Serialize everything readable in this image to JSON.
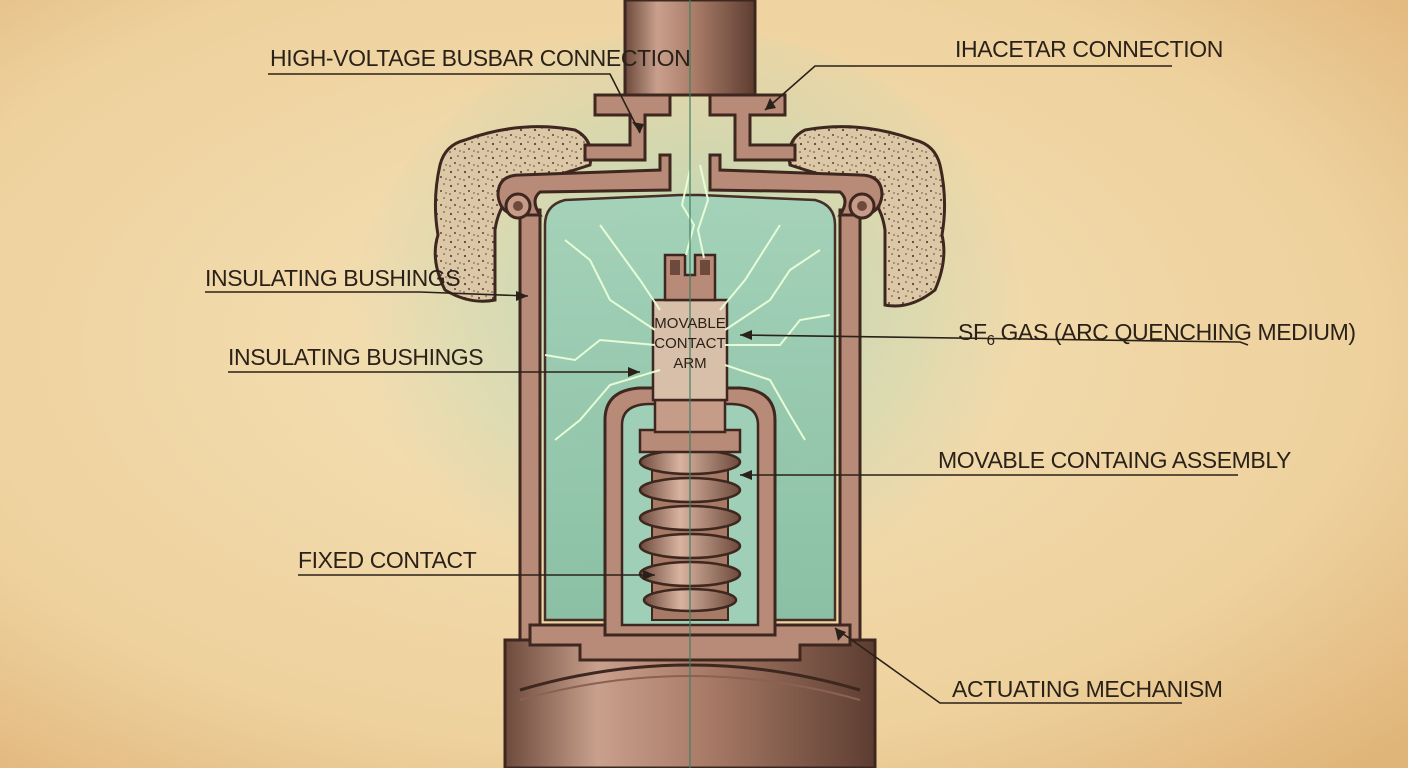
{
  "labels": {
    "busbar_connection": "HIGH-VOLTAGE BUSBAR CONNECTION",
    "top_right_connection": "IHACETAR CONNECTION",
    "insulating_bushings_1": "INSULATING BUSHINGS",
    "insulating_bushings_2": "INSULATING BUSHINGS",
    "sf6_gas_prefix": "SF",
    "sf6_gas_subscript": "6",
    "sf6_gas_suffix": " GAS (ARC QUENCHING MEDIUM)",
    "movable_assembly": "MOVABLE CONTAING ASSEMBLY",
    "fixed_contact": "FIXED CONTACT",
    "actuating_mechanism": "ACTUATING MECHANISM"
  },
  "arm_label": {
    "line1": "MOVABLE",
    "line2": "CONTACT",
    "line3": "ARM"
  },
  "colors": {
    "paper": "#efd4a2",
    "gas": "#8fc7ad",
    "metal": "#b88a78",
    "metal_dark": "#4a2f26",
    "insulator": "#dcc7a6",
    "arc": "#e9ffd8",
    "ink": "#2a2118"
  }
}
